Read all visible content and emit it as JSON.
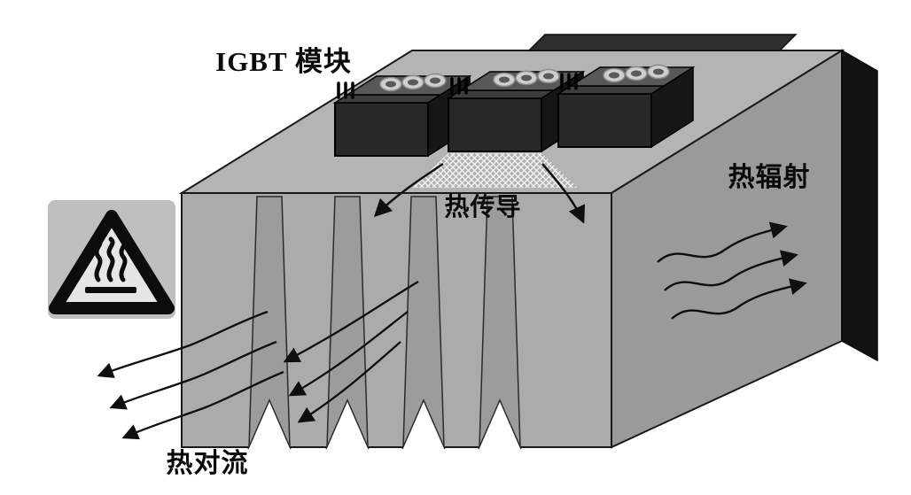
{
  "diagram": {
    "type": "igbt-heatsink-thermal-diagram",
    "labels": {
      "igbt_module": "IGBT 模块",
      "radiation": "热辐射",
      "conduction": "热传导",
      "convection": "热对流"
    },
    "colors": {
      "background": "#ffffff",
      "heatsink_top": "#b4b4b4",
      "heatsink_front": "#ababab",
      "heatsink_side": "#9a9a9a",
      "heatsink_dark_edge": "#121212",
      "groove": "#9c9c9c",
      "module_front": "#282828",
      "module_side": "#161616",
      "module_top": "#585858",
      "arrow": "#0f0f0f",
      "warning_triangle_fill": "#e6e6e6",
      "warning_backdrop": "#bfbfbf",
      "outline": "#1a1a1a"
    },
    "icons": {
      "warning": "hot-surface-warning-icon"
    },
    "elements": {
      "module_count": 3,
      "groove_count": 4,
      "radiation_wave_count": 3,
      "conduction_arrow_count": 2,
      "convection_arrow_count": 6
    }
  }
}
